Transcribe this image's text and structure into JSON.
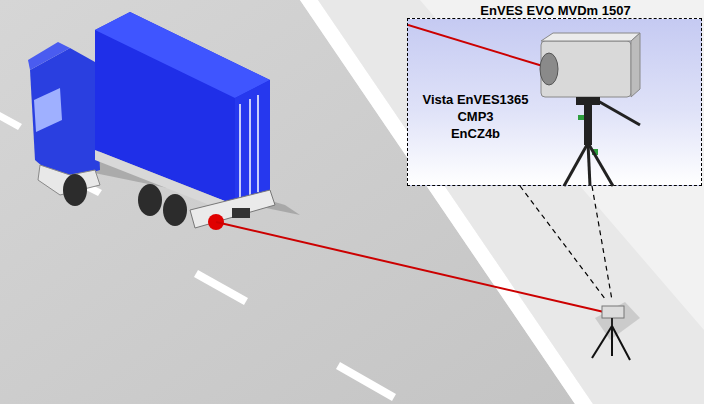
{
  "diagram": {
    "nodes": [
      {
        "text": [
          "EnVES EVO MVDm 1507",
          "Vista EnVES1365",
          "CMP3",
          "EnCZ4b"
        ]
      }
    ]
  }
}
